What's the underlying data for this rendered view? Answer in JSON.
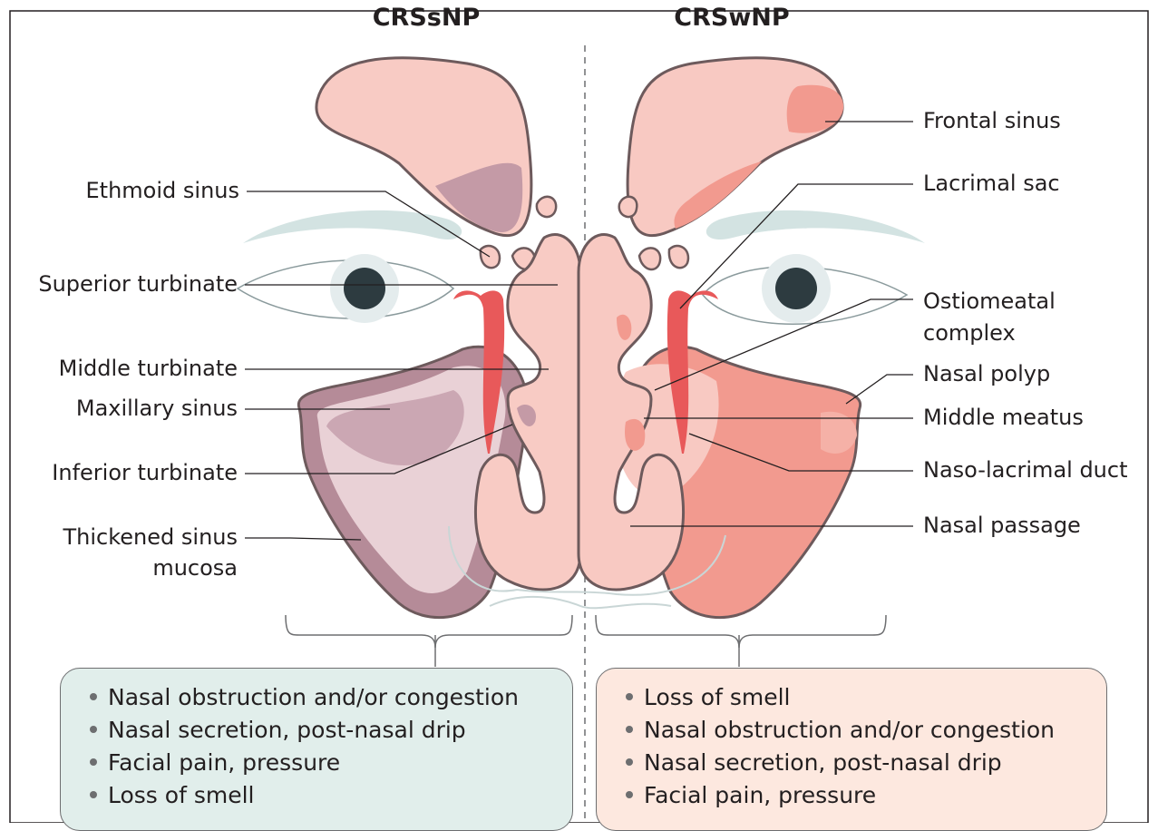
{
  "diagram": {
    "headings": {
      "left": "CRSsNP",
      "right": "CRSwNP"
    },
    "left_labels": [
      "Ethmoid sinus",
      "Superior turbinate",
      "Middle turbinate",
      "Maxillary sinus",
      "Inferior turbinate",
      "Thickened sinus",
      "mucosa"
    ],
    "right_labels": [
      "Frontal sinus",
      "Lacrimal sac",
      "Ostiomeatal",
      "complex",
      "Nasal polyp",
      "Middle meatus",
      "Naso-lacrimal duct",
      "Nasal passage"
    ],
    "symptoms_left": [
      "Nasal obstruction and/or congestion",
      "Nasal secretion, post-nasal drip",
      "Facial pain, pressure",
      "Loss of smell"
    ],
    "symptoms_right": [
      "Loss of smell",
      "Nasal obstruction and/or congestion",
      "Nasal secretion, post-nasal drip",
      "Facial pain, pressure"
    ],
    "colors": {
      "sinus_outline": "#6d5a5c",
      "normal_sinus_fill": "#f8c9c2",
      "thickened_mucosa": "#b88a96",
      "polyp_fill": "#f08c86",
      "duct": "#e8595a",
      "eye_pupil": "#2d3b40",
      "brow": "#d3e3e2",
      "box_left": "#e1eeeb",
      "box_right": "#fde8df"
    }
  }
}
